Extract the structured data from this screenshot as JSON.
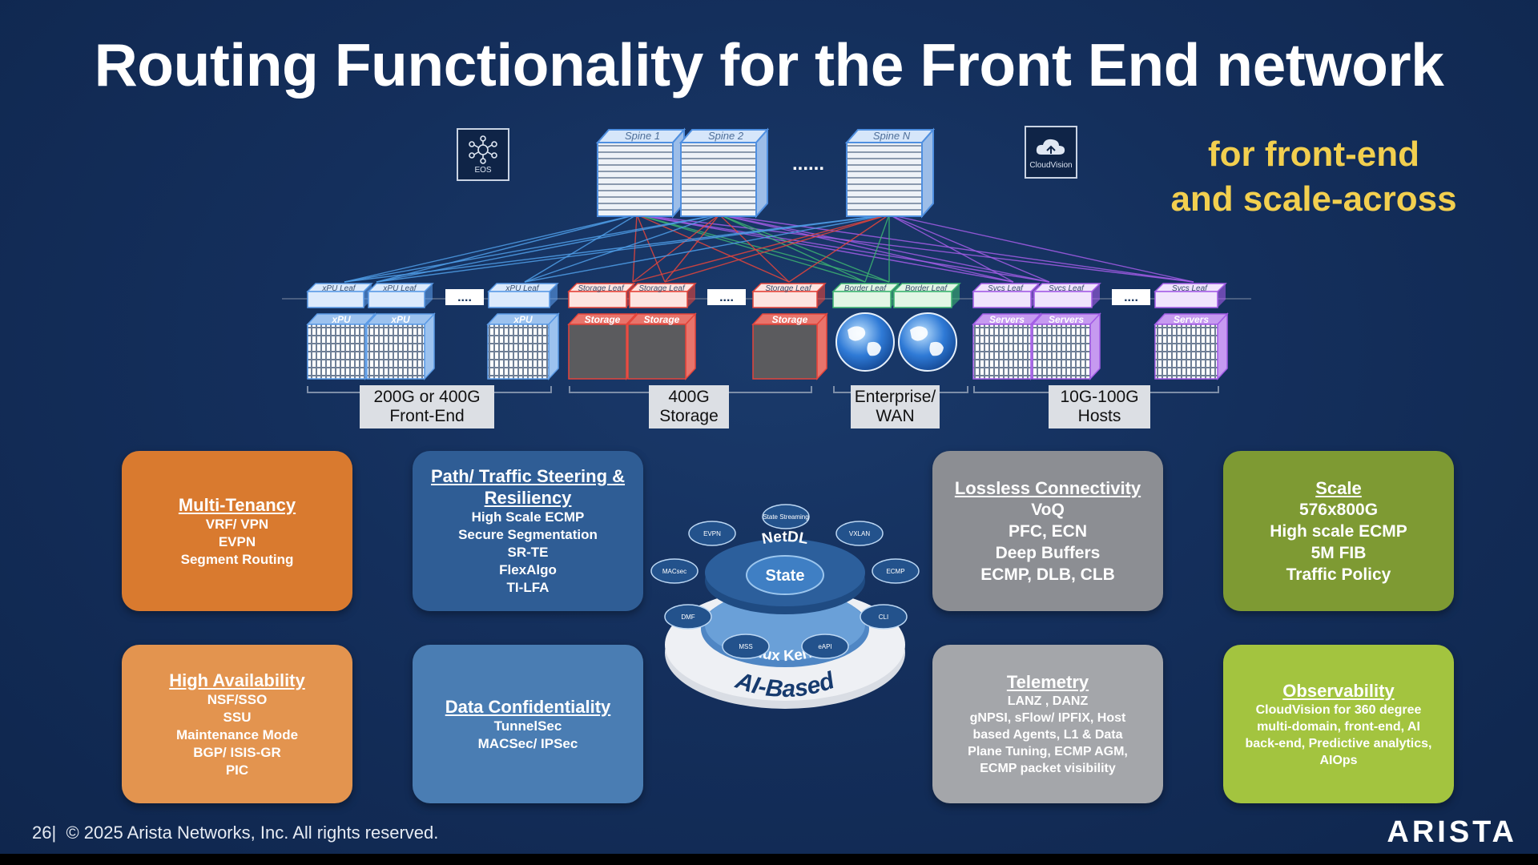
{
  "title": "Routing Functionality for the Front End network",
  "tagline": {
    "line1": "for front-end",
    "line2": "and scale-across"
  },
  "logos": {
    "left": "EOS",
    "right": "CloudVision"
  },
  "spines": [
    "Spine 1",
    "Spine 2",
    "Spine N"
  ],
  "ellipsis": "......",
  "small_ellipsis": "....",
  "leaves": {
    "xpu": "xPU Leaf",
    "storage": "Storage Leaf",
    "border": "Border Leaf",
    "svcs": "Svcs Leaf"
  },
  "devices": {
    "xpu": "xPU",
    "storage": "Storage",
    "servers": "Servers"
  },
  "group_labels": [
    {
      "line1": "200G or 400G",
      "line2": "Front-End"
    },
    {
      "line1": "400G",
      "line2": "Storage"
    },
    {
      "line1": "Enterprise/",
      "line2": "WAN"
    },
    {
      "line1": "10G-100G",
      "line2": "Hosts"
    }
  ],
  "cards": {
    "multi_tenancy": {
      "title": "Multi-Tenancy",
      "items": [
        "VRF/ VPN",
        "EVPN",
        "Segment Routing"
      ]
    },
    "path_steering": {
      "title": "Path/ Traffic Steering & Resiliency",
      "items": [
        "High Scale ECMP",
        "Secure Segmentation",
        "SR-TE",
        "FlexAlgo",
        "TI-LFA"
      ]
    },
    "lossless": {
      "title": "Lossless Connectivity",
      "items": [
        "VoQ",
        "PFC, ECN",
        "Deep Buffers",
        "ECMP, DLB, CLB"
      ]
    },
    "scale": {
      "title": "Scale",
      "items": [
        "576x800G",
        "High scale  ECMP",
        "5M FIB",
        "Traffic Policy"
      ]
    },
    "high_availability": {
      "title": "High Availability",
      "items": [
        "NSF/SSO",
        "SSU",
        "Maintenance Mode",
        "BGP/ ISIS-GR",
        "PIC"
      ]
    },
    "data_confidentiality": {
      "title": "Data Confidentiality",
      "items": [
        "TunnelSec",
        "MACSec/ IPSec"
      ]
    },
    "telemetry": {
      "title": "Telemetry",
      "items": [
        "LANZ , DANZ",
        "gNPSI, sFlow/ IPFIX, Host",
        "based Agents, L1 & Data",
        "Plane Tuning, ECMP AGM,",
        "ECMP packet visibility"
      ]
    },
    "observability": {
      "title": "Observability",
      "items": [
        "CloudVision for 360 degree",
        "multi-domain, front-end, AI",
        "back-end, Predictive analytics,",
        "AIOps"
      ]
    }
  },
  "eos_graphic": {
    "state": "State",
    "ring": "NetDL",
    "kernel": "Linux Kernel",
    "base": "AI-Based",
    "nodes": [
      "State Streaming",
      "VXLAN",
      "ECMP",
      "CLI",
      "eAPI",
      "MSS",
      "DMF",
      "MACsec",
      "EVPN"
    ]
  },
  "footer": {
    "page": "26",
    "copyright": "© 2025 Arista Networks, Inc. All rights reserved."
  },
  "brand": "ARISTA",
  "colors": {
    "tagline": "#f2cf4f",
    "orange": "#d97a2f",
    "orange_light": "#e3944f",
    "blue": "#2f5d95",
    "blue_light": "#4a7db3",
    "gray": "#8c8e93",
    "gray_light": "#a4a6aa",
    "olive": "#7e9a33",
    "lime": "#a3c43f"
  }
}
